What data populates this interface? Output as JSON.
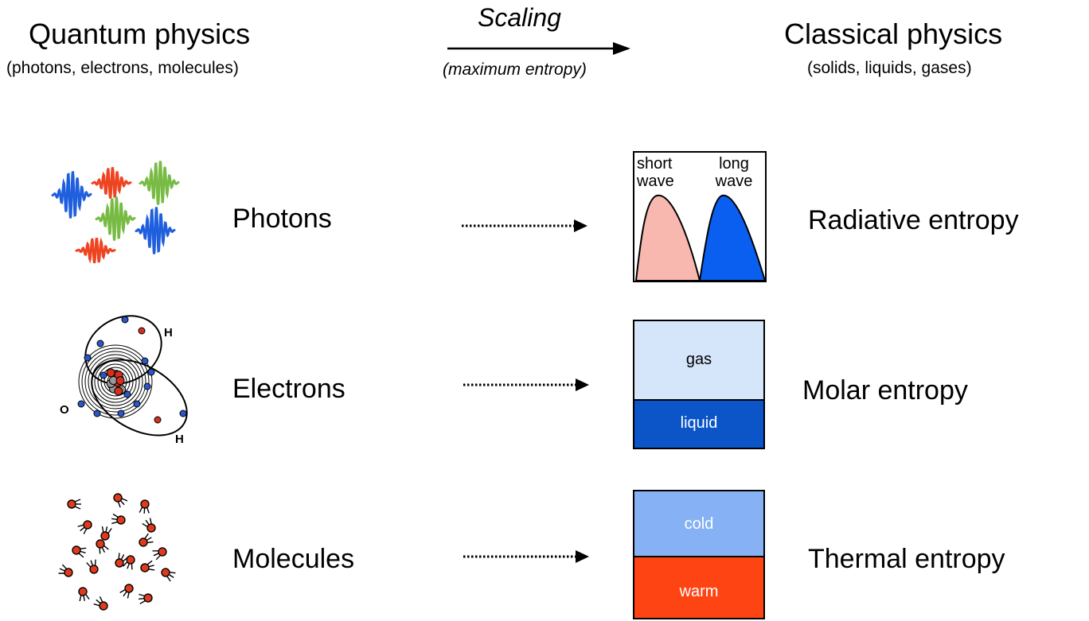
{
  "header": {
    "left_title": "Quantum physics",
    "left_subtitle": "(photons, electrons, molecules)",
    "arrow_label": "Scaling",
    "arrow_sublabel": "(maximum entropy)",
    "right_title": "Classical physics",
    "right_subtitle": "(solids, liquids, gases)"
  },
  "rows": [
    {
      "quantum_label": "Photons",
      "classical_label": "Radiative entropy",
      "diagram": {
        "left_peak_label": [
          "short",
          "wave"
        ],
        "right_peak_label": [
          "long",
          "wave"
        ]
      }
    },
    {
      "quantum_label": "Electrons",
      "classical_label": "Molar entropy",
      "atoms": {
        "oxygen": "O",
        "hydrogen_top": "H",
        "hydrogen_bottom": "H"
      },
      "diagram": {
        "top": "gas",
        "bottom": "liquid"
      }
    },
    {
      "quantum_label": "Molecules",
      "classical_label": "Thermal entropy",
      "diagram": {
        "top": "cold",
        "bottom": "warm"
      }
    }
  ],
  "colors": {
    "red_wave": "#ee4422",
    "green_wave": "#77bb44",
    "blue_wave": "#1f5fdd",
    "short_wave_fill": "#f8b8b0",
    "long_wave_fill": "#0a5ff0",
    "gas_fill": "#d6e6fa",
    "liquid_fill": "#0b55c8",
    "cold_fill": "#86b2f5",
    "warm_fill": "#ff4413",
    "electron_blue": "#2a56c8",
    "nucleus_red": "#d33020",
    "molecule_red": "#e03a1e"
  }
}
